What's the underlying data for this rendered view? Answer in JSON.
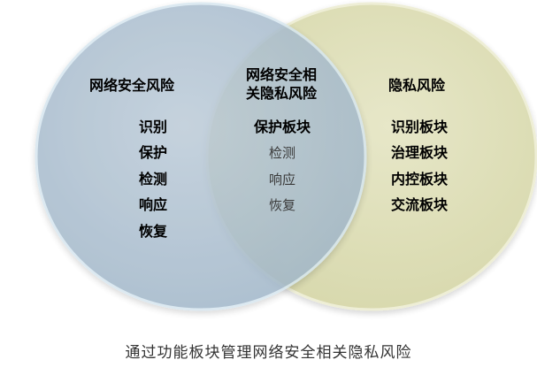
{
  "colors": {
    "left_circle": "#aec1d1",
    "right_circle": "#dfe0b7",
    "overlap": "#b9c6c9",
    "left_stroke": "#cfe2ec",
    "right_stroke": "#e8e8c8"
  },
  "left": {
    "title": "网络安全风险",
    "items": [
      "识别",
      "保护",
      "检测",
      "响应",
      "恢复"
    ]
  },
  "center": {
    "title_line1": "网络安全相",
    "title_line2": "关隐私风险",
    "items": [
      "保护板块",
      "检测",
      "响应",
      "恢复"
    ]
  },
  "right": {
    "title": "隐私风险",
    "items": [
      "识别板块",
      "治理板块",
      "内控板块",
      "交流板块"
    ]
  },
  "caption": "通过功能板块管理网络安全相关隐私风险"
}
